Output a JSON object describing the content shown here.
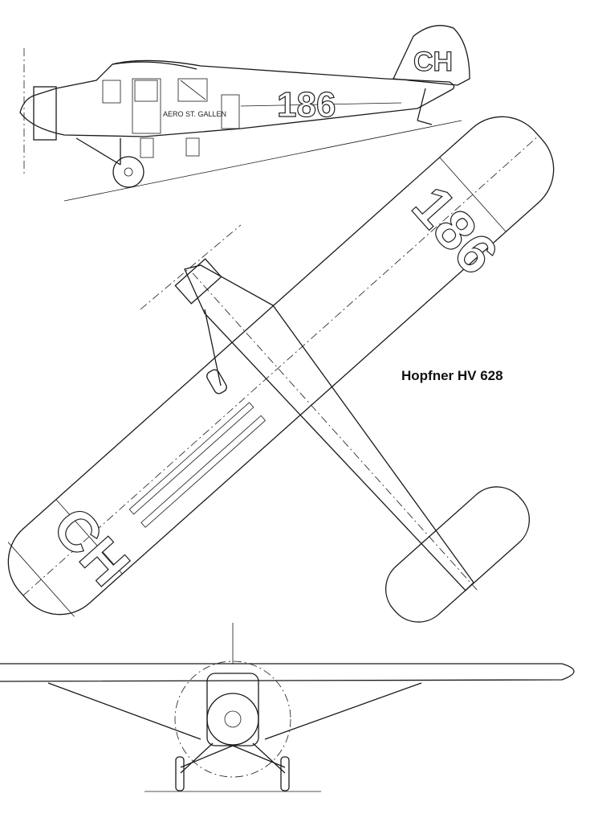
{
  "title": "Hopfner HV 628",
  "markings": {
    "registration_number": "186",
    "nationality": "CH",
    "fuselage_text": "AERO ST. GALLEN"
  }
}
